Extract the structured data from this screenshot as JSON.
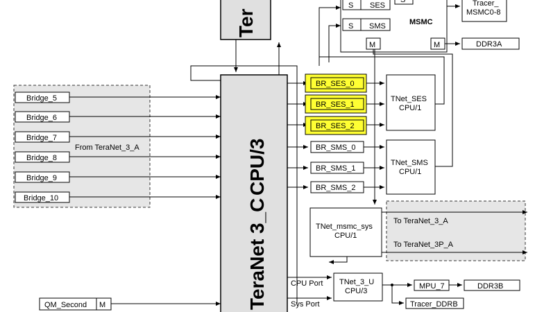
{
  "teranet_top_label": "Ter",
  "teranet_main": {
    "label_1": "TeraNet 3_C",
    "label_2": "CPU/3"
  },
  "msmc": {
    "title": "MSMC",
    "slots": [
      "S",
      "S",
      "S"
    ],
    "ses_label": "SES",
    "sms_label": "SMS",
    "m_labels": [
      "M",
      "M"
    ],
    "ddr": "DDR3A",
    "tracer": [
      "Tracer_",
      "MSMC0-8"
    ]
  },
  "bridges": [
    "Bridge_5",
    "Bridge_6",
    "Bridge_7",
    "Bridge_8",
    "Bridge_9",
    "Bridge_10"
  ],
  "from_teranet_label": "From TeraNet_3_A",
  "br_ses": [
    "BR_SES_0",
    "BR_SES_1",
    "BR_SES_2"
  ],
  "br_sms": [
    "BR_SMS_0",
    "BR_SMS_1",
    "BR_SMS_2"
  ],
  "tnet_ses": [
    "TNet_SES",
    "CPU/1"
  ],
  "tnet_sms": [
    "TNet_SMS",
    "CPU/1"
  ],
  "tnet_msmc_sys": [
    "TNet_msmc_sys",
    "CPU/1"
  ],
  "to_teranet_3a": "To TeraNet_3_A",
  "to_teranet_3pa": "To TeraNet_3P_A",
  "cpu_port": "CPU Port",
  "sys_port": "Sys Port",
  "tnet_3u": [
    "TNet_3_U",
    "CPU/3"
  ],
  "mpu_7": "MPU_7",
  "ddr3b": "DDR3B",
  "tracer_ddrb": "Tracer_DDRB",
  "qm_second": "QM_Second",
  "qm_m": "M"
}
